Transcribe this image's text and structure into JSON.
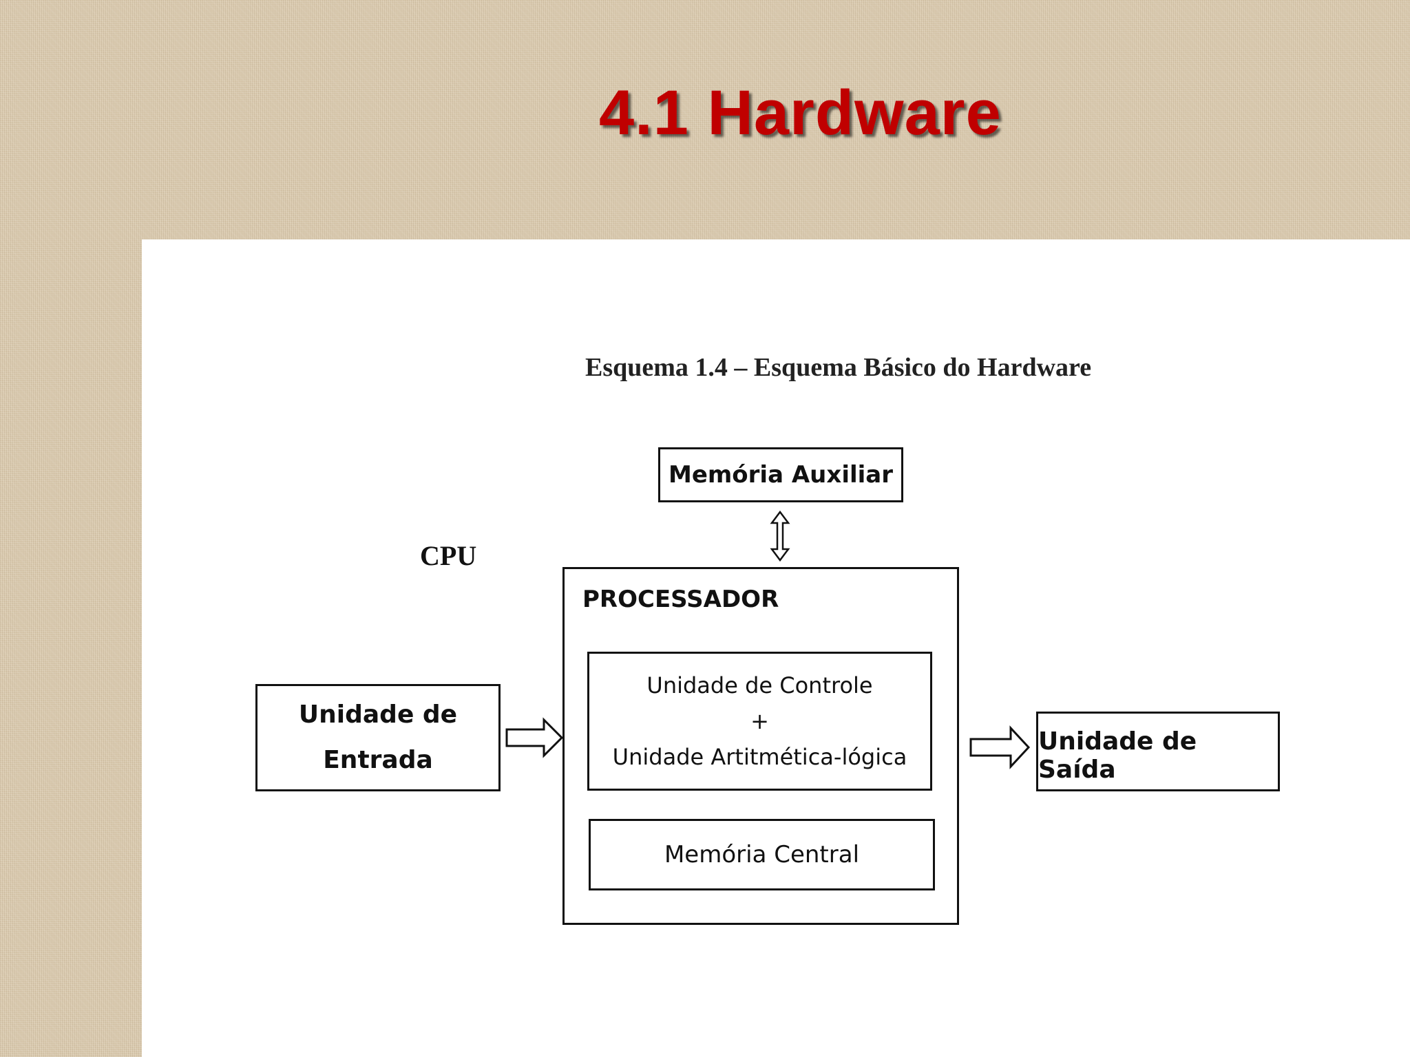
{
  "slide": {
    "title": "4.1 Hardware"
  },
  "diagram": {
    "caption": "Esquema 1.4 – Esquema Básico do Hardware",
    "cpu_label": "CPU",
    "auxiliary_memory": "Memória Auxiliar",
    "processor_label": "PROCESSADOR",
    "control_unit": {
      "line1": "Unidade de Controle",
      "line2": "+",
      "line3": "Unidade Artitmética-lógica"
    },
    "central_memory": "Memória Central",
    "input_unit": {
      "line1": "Unidade de",
      "line2": "Entrada"
    },
    "output_unit": "Unidade de Saída"
  }
}
